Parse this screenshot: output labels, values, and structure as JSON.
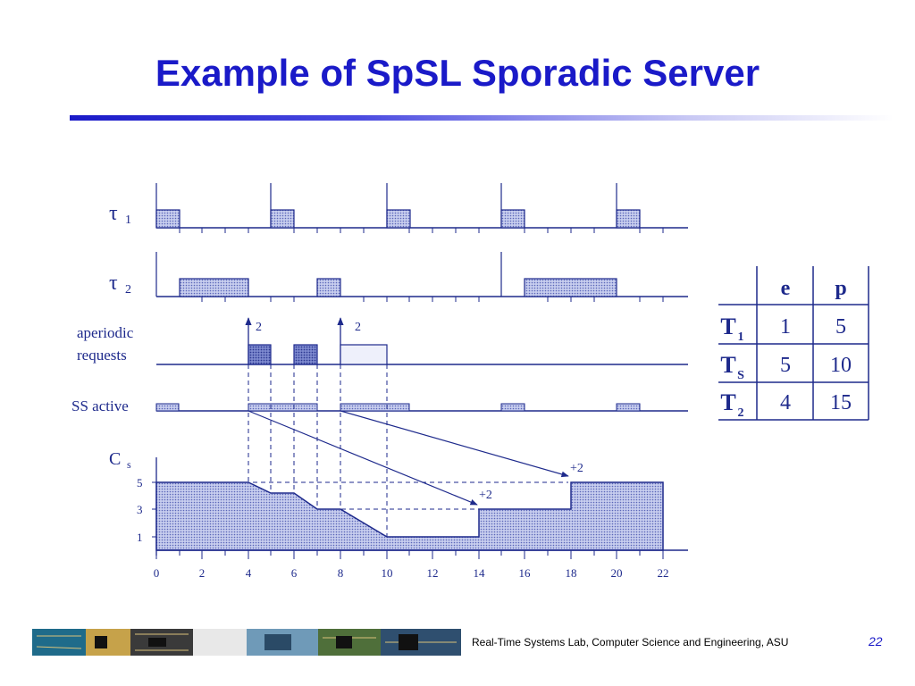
{
  "title": "Example of SpSL Sporadic Server",
  "rows": {
    "tau1": {
      "symbol": "τ",
      "sub": "1"
    },
    "tau2": {
      "symbol": "τ",
      "sub": "2"
    },
    "aperiodic_line1": "aperiodic",
    "aperiodic_line2": "requests",
    "ss_active": "SS active",
    "cs_symbol": "C",
    "cs_sub": "s"
  },
  "request_labels": [
    "2",
    "2"
  ],
  "replenish_labels": [
    "+2",
    "+2"
  ],
  "capacity_ticks": [
    "5",
    "3",
    "1"
  ],
  "time_ticks": [
    "0",
    "2",
    "4",
    "6",
    "8",
    "10",
    "12",
    "14",
    "16",
    "18",
    "20",
    "22"
  ],
  "table": {
    "headers": [
      "",
      "e",
      "p"
    ],
    "rows": [
      {
        "task": "T",
        "sub": "1",
        "e": "1",
        "p": "5"
      },
      {
        "task": "T",
        "sub": "S",
        "e": "5",
        "p": "10"
      },
      {
        "task": "T",
        "sub": "2",
        "e": "4",
        "p": "15"
      }
    ]
  },
  "footer": {
    "text": "Real-Time Systems Lab, Computer Science and Engineering, ASU",
    "page": "22"
  },
  "colors": {
    "title": "#1a1ac8",
    "ink": "#1e2a8c",
    "fill": "#8e9ad8"
  }
}
